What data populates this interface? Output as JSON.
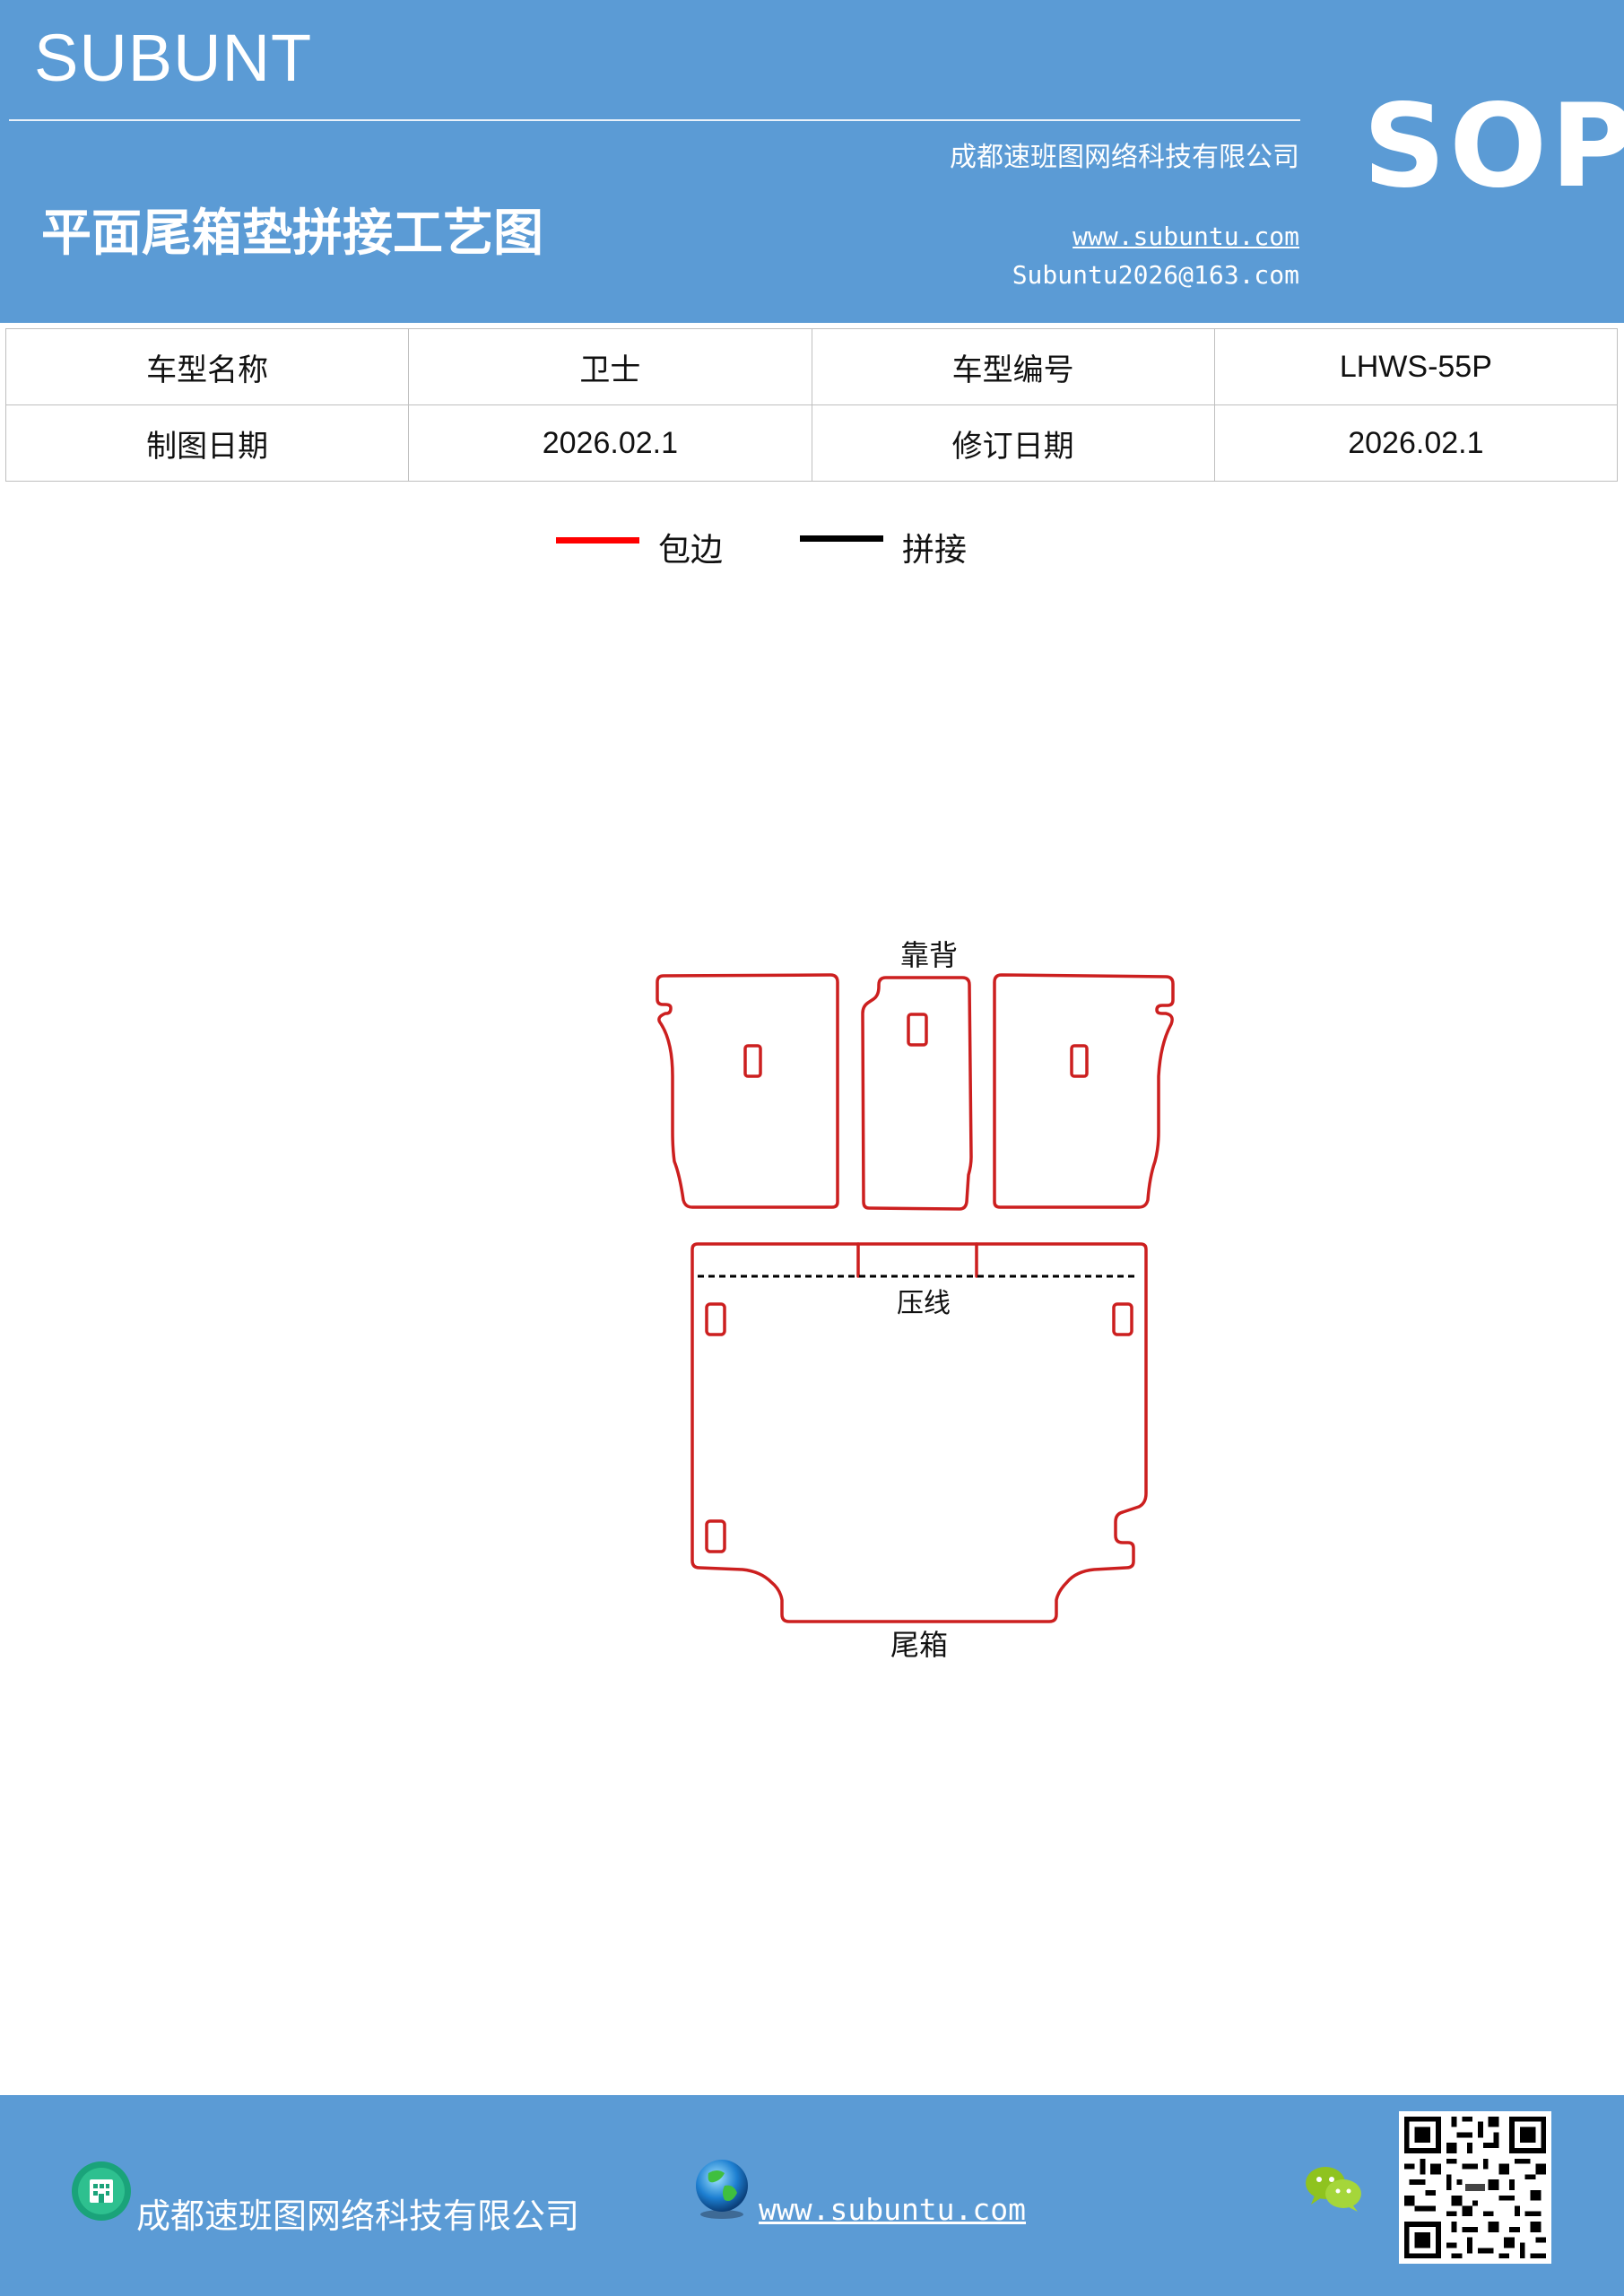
{
  "header": {
    "brand": "SUBUNT",
    "company": "成都速班图网络科技有限公司",
    "badge": "SOP",
    "title": "平面尾箱垫拼接工艺图",
    "website": "www.subuntu.com",
    "email": "Subuntu2026@163.com"
  },
  "info_table": {
    "rows": [
      [
        "车型名称",
        "卫士",
        "车型编号",
        "LHWS-55P"
      ],
      [
        "制图日期",
        "2026.02.1",
        "修订日期",
        "2026.02.1"
      ]
    ]
  },
  "legend": [
    {
      "label": "包边",
      "color": "#ff0000"
    },
    {
      "label": "拼接",
      "color": "#000000"
    }
  ],
  "drawing": {
    "outline_color": "#cc1f1f",
    "seam_color": "#000000",
    "labels": {
      "backrest": "靠背",
      "crease": "压线",
      "trunk": "尾箱"
    }
  },
  "footer": {
    "company": "成都速班图网络科技有限公司",
    "website": "www.subuntu.com",
    "icons": [
      "building-icon",
      "globe-icon",
      "wechat-icon",
      "qr-code"
    ]
  },
  "colors": {
    "header_bg": "#5b9bd5",
    "footer_bg": "#5b9bd5"
  }
}
